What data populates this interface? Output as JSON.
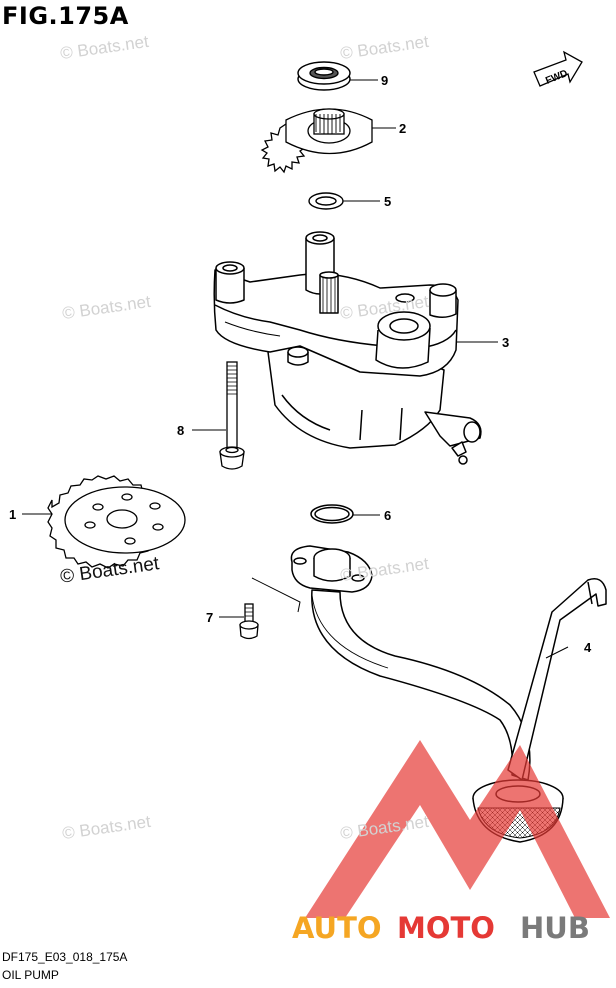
{
  "figure": {
    "title": "FIG.175A",
    "code": "DF175_E03_018_175A",
    "name": "OIL PUMP"
  },
  "watermarks": [
    "© Boats.net",
    "© Boats.net",
    "© Boats.net",
    "© Boats.net",
    "© Boats.net",
    "© Boats.net",
    "© Boats.net",
    "© Boats.net"
  ],
  "fwd_label": "FWD",
  "callouts": [
    "9",
    "2",
    "5",
    "3",
    "8",
    "1",
    "6",
    "7",
    "4"
  ],
  "logo": {
    "word_a": "AUTO",
    "word_b": "MOTO",
    "word_c": "HUB",
    "colors": {
      "auto": "#f5a623",
      "moto": "#e53935",
      "hub": "#7a7a7a",
      "triangle": "#e53935"
    }
  }
}
